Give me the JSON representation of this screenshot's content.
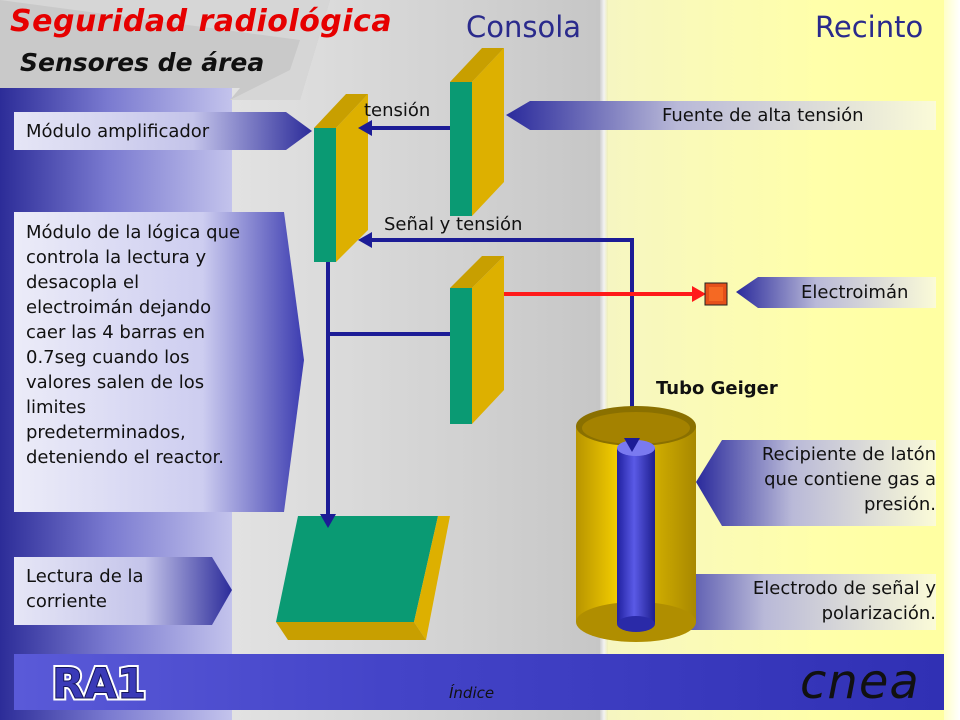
{
  "header": {
    "title": "Seguridad radiológica",
    "subtitle": "Sensores de área",
    "col_console": "Consola",
    "col_recinto": "Recinto"
  },
  "left_labels": {
    "amplifier": "Módulo amplificador",
    "logic": [
      "Módulo de la lógica que",
      "controla la lectura y",
      "desacopla el",
      "electroimán dejando",
      "caer las 4 barras en",
      "0.7seg cuando los",
      "valores salen de los",
      "limites",
      "predeterminados,",
      "deteniendo el reactor."
    ],
    "reading": [
      "Lectura de la",
      "corriente"
    ]
  },
  "right_labels": {
    "hv_source": "Fuente de alta tensión",
    "electromagnet": "Electroimán",
    "geiger_title": "Tubo Geiger",
    "brass": [
      "Recipiente de latón",
      "que contiene gas a",
      "presión."
    ],
    "electrode": [
      "Electrodo de señal y",
      "polarización."
    ]
  },
  "wires": {
    "tension": "tensión",
    "signal_tension": "Señal y tensión"
  },
  "footer": {
    "logo": "RA1",
    "index_link": "Índice",
    "brand": "cnea"
  },
  "colors": {
    "title_red": "#e60000",
    "module_green": "#0a9a73",
    "module_gold": "#ddb000",
    "wire_blue": "#1c1c96",
    "wire_red": "#ff1a1a",
    "electromagnet": "#e5501a",
    "footer_blue": "#4040c4"
  }
}
